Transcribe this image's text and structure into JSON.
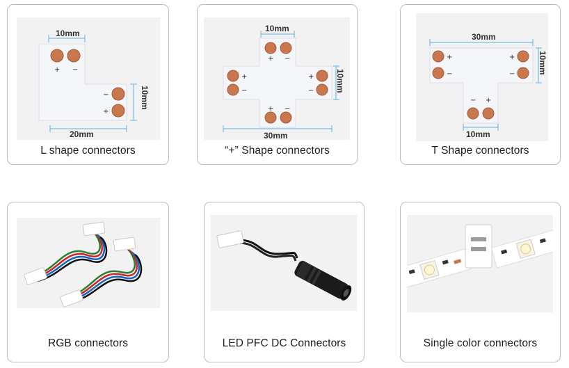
{
  "cards": [
    {
      "caption": "L shape connectors",
      "dims": {
        "top": "10mm",
        "side": "10mm",
        "bottom": "20mm"
      }
    },
    {
      "caption": "“+” Shape connectors",
      "dims": {
        "top": "10mm",
        "side": "10mm",
        "bottom": "30mm"
      }
    },
    {
      "caption": "T Shape connectors",
      "dims": {
        "top": "30mm",
        "side": "10mm",
        "bottom": "10mm"
      }
    },
    {
      "caption": "RGB connectors"
    },
    {
      "caption": "LED PFC DC Connectors"
    },
    {
      "caption": "Single color connectors"
    }
  ],
  "colors": {
    "pad": "#c8774f",
    "pad_edge": "#a85a35",
    "board": "#f4f6fa",
    "dimension_line": "#5ab4e0"
  }
}
